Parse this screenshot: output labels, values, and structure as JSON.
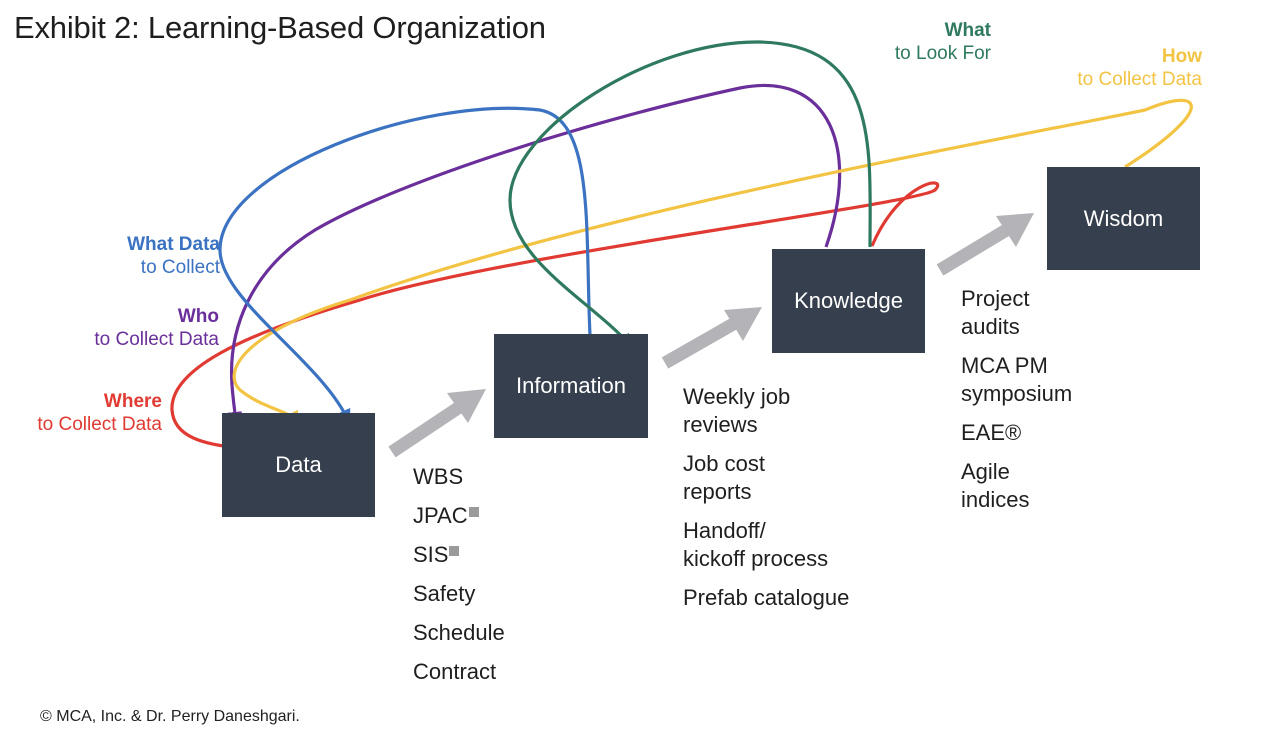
{
  "title": "Exhibit 2: Learning-Based Organization",
  "colors": {
    "box": "#363f4d",
    "stage_arrow": "#b4b4b8",
    "red": "#e03a32",
    "purple": "#6a2f9a",
    "yellow": "#f3c443",
    "blue": "#3b73c2",
    "green": "#2f7a5e"
  },
  "stages": {
    "data": "Data",
    "information": "Information",
    "knowledge": "Knowledge",
    "wisdom": "Wisdom"
  },
  "data_items": [
    "WBS",
    "JPAC",
    "SIS",
    "Safety",
    "Schedule",
    "Contract"
  ],
  "information_items": [
    "Weekly job\nreviews",
    "Job cost\nreports",
    "Handoff/\nkickoff process",
    "Prefab catalogue"
  ],
  "knowledge_items": [
    "Project\naudits",
    "MCA PM\nsymposium",
    "EAE®",
    "Agile\nindices"
  ],
  "loop_labels": {
    "where": {
      "bold": "Where",
      "sub": "to Collect Data"
    },
    "who": {
      "bold": "Who",
      "sub": "to Collect Data"
    },
    "what_data": {
      "bold": "What Data",
      "sub": "to Collect"
    },
    "what": {
      "bold": "What",
      "sub": "to Look For"
    },
    "how": {
      "bold": "How",
      "sub": "to Collect Data"
    }
  },
  "copyright": "© MCA, Inc. & Dr. Perry Daneshgari."
}
